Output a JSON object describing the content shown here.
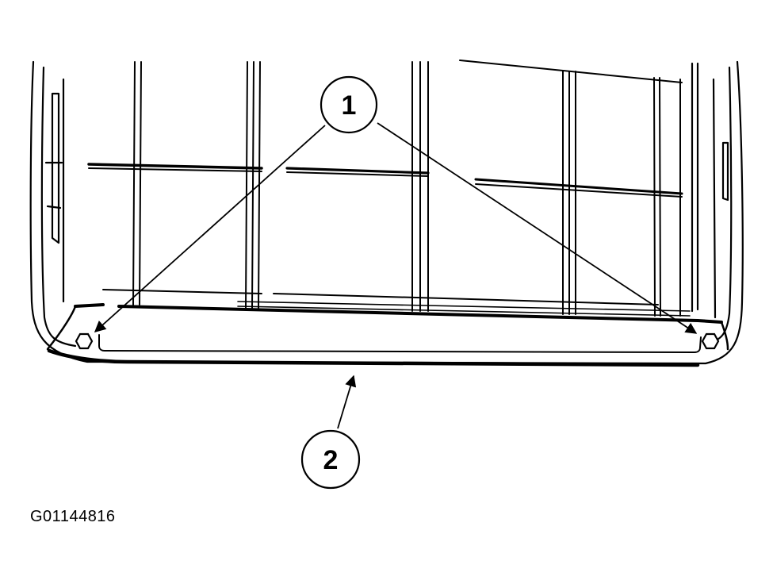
{
  "callouts": [
    {
      "label": "1"
    },
    {
      "label": "2"
    }
  ],
  "figure_id": "G01144816",
  "colors": {
    "line": "#000000",
    "background": "#ffffff"
  }
}
